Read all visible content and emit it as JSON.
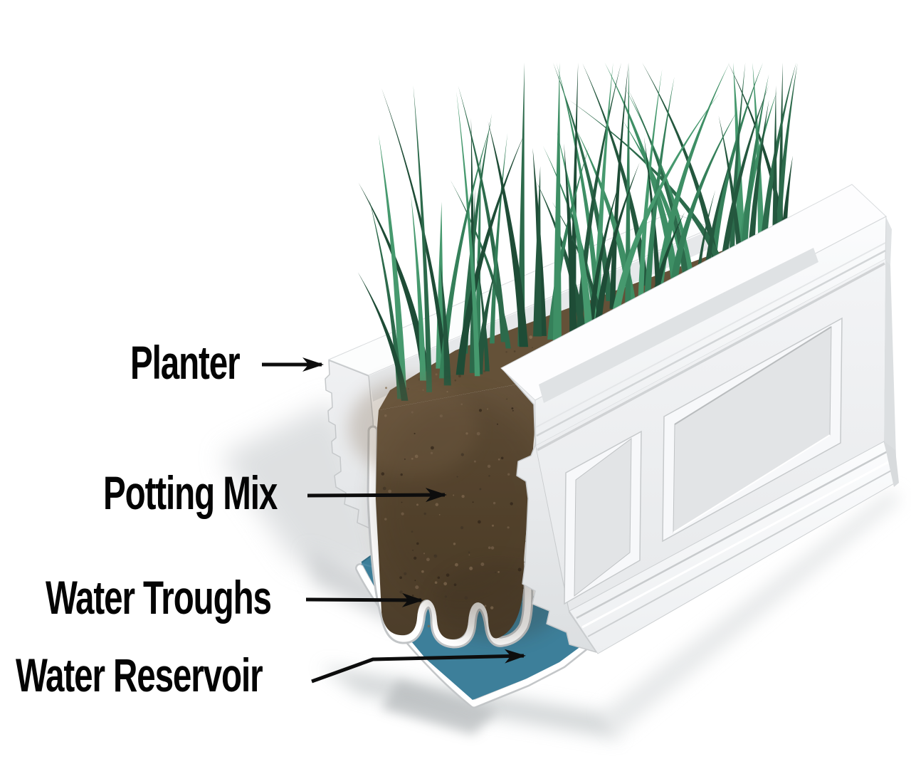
{
  "diagram": {
    "subject": "Self-watering planter box cutaway",
    "background_color": "#ffffff",
    "labels": [
      {
        "id": "planter",
        "text": "Planter"
      },
      {
        "id": "potting-mix",
        "text": "Potting Mix"
      },
      {
        "id": "water-troughs",
        "text": "Water Troughs"
      },
      {
        "id": "water-reservoir",
        "text": "Water Reservoir"
      }
    ],
    "colors": {
      "label_text": "#040404",
      "arrow": "#0d0d0d",
      "planter_shell": "#f4f5f7",
      "cut_surface": "#e8eaec",
      "potting_mix": "#5a4935",
      "grass_green": "#2c6a4b",
      "water_teal": "#3d7f9a",
      "shadow_gray": "#c9ccce"
    }
  }
}
